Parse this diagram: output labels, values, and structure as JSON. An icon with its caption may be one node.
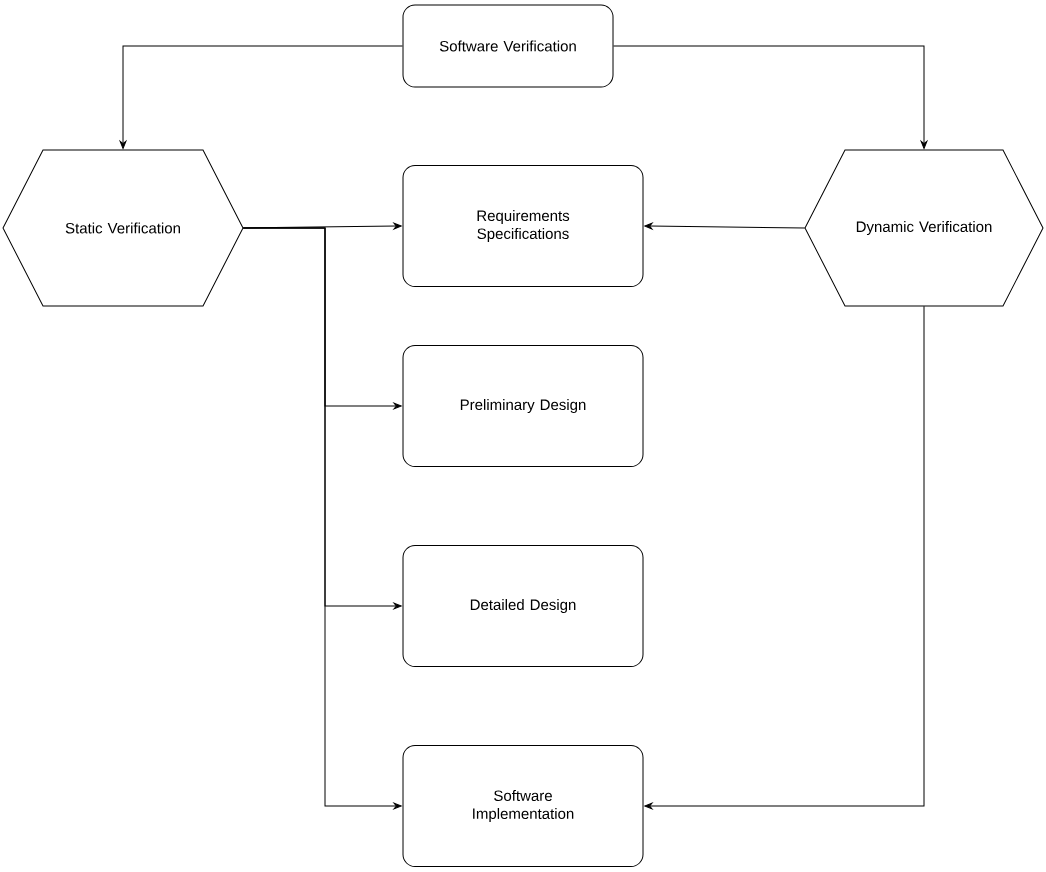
{
  "diagram": {
    "nodes": [
      {
        "text": [
          "Software Verification"
        ]
      },
      {
        "text": [
          "Static Verification"
        ]
      },
      {
        "text": [
          "Requirements Specifications"
        ]
      },
      {
        "text": [
          "Dynamic Verification"
        ]
      },
      {
        "text": [
          "Preliminary Design"
        ]
      },
      {
        "text": [
          "Detailed Design"
        ]
      },
      {
        "text": [
          "Software Implementation"
        ]
      }
    ],
    "edges": [
      {
        "from": 0,
        "to": 1,
        "arrow": "to"
      },
      {
        "from": 0,
        "to": 3,
        "arrow": "to"
      },
      {
        "from": 1,
        "to": 2,
        "arrow": "to"
      },
      {
        "from": 1,
        "to": 4,
        "arrow": "to"
      },
      {
        "from": 1,
        "to": 5,
        "arrow": "to"
      },
      {
        "from": 1,
        "to": 6,
        "arrow": "to"
      },
      {
        "from": 3,
        "to": 2,
        "arrow": "to"
      },
      {
        "from": 3,
        "to": 6,
        "arrow": "to"
      }
    ]
  }
}
